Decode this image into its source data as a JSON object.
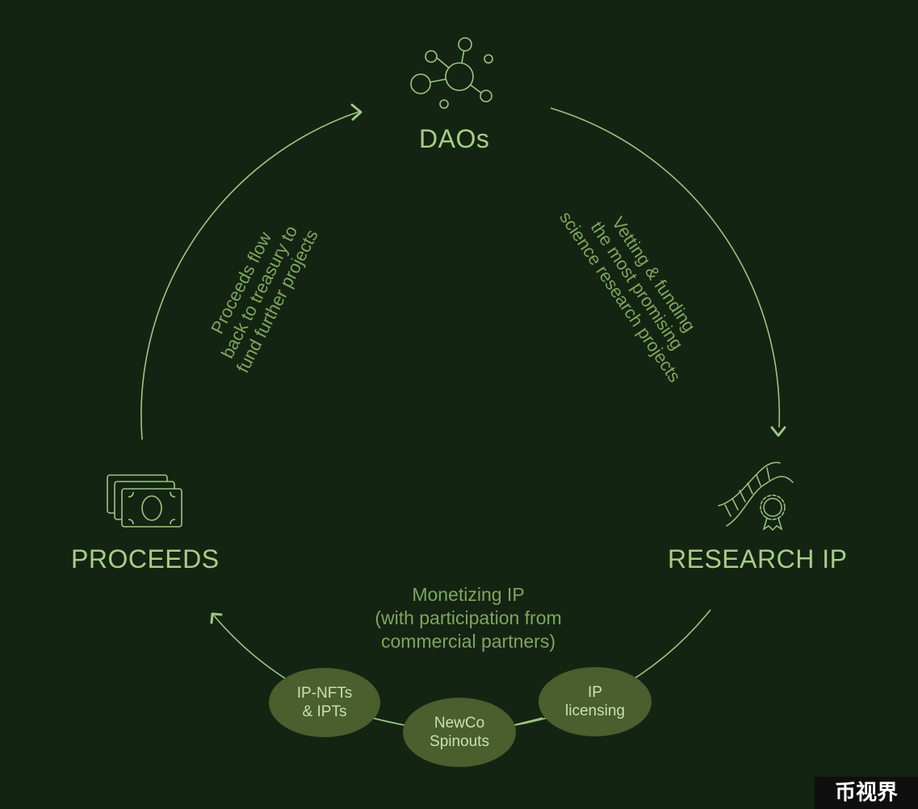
{
  "colors": {
    "background": "#142412",
    "line": "#9cc782",
    "label": "#a6cf86",
    "caption": "#7ea65f",
    "oval_fill": "#4a5e2e",
    "oval_text": "#c6e3ac"
  },
  "nodes": {
    "daos": {
      "label": "DAOs",
      "icon": "network-nodes-icon"
    },
    "research_ip": {
      "label": "RESEARCH IP",
      "icon": "dna-certificate-icon"
    },
    "proceeds": {
      "label": "PROCEEDS",
      "icon": "banknotes-icon"
    }
  },
  "edges": {
    "daos_to_research": {
      "lines": [
        "Vetting & funding",
        "the most promising",
        "science research projects"
      ]
    },
    "proceeds_to_daos": {
      "lines": [
        "Proceeds flow",
        "back to treasury to",
        "fund further projects"
      ]
    },
    "research_to_proceeds": {
      "lines": [
        "Monetizing IP",
        "(with participation from",
        "commercial partners)"
      ]
    }
  },
  "monetization_methods": [
    {
      "lines": [
        "IP-NFTs",
        "& IPTs"
      ]
    },
    {
      "lines": [
        "NewCo",
        "Spinouts"
      ]
    },
    {
      "lines": [
        "IP",
        "licensing"
      ]
    }
  ],
  "watermark": "币视界"
}
